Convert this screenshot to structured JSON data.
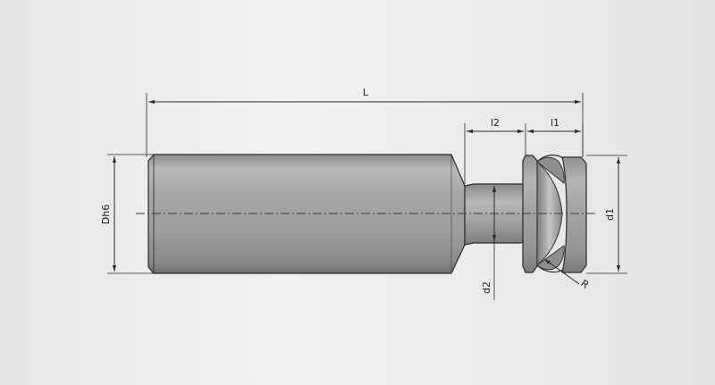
{
  "drawing": {
    "labels": {
      "L": "L",
      "l2": "l2",
      "l1": "l1",
      "Dh6": "Dh6",
      "d1": "d1",
      "d2": "d2",
      "R": "R"
    }
  },
  "colors": {
    "background": "#ececec",
    "body_metal": "#a9a9ab",
    "edge": "#2b2b2b"
  }
}
